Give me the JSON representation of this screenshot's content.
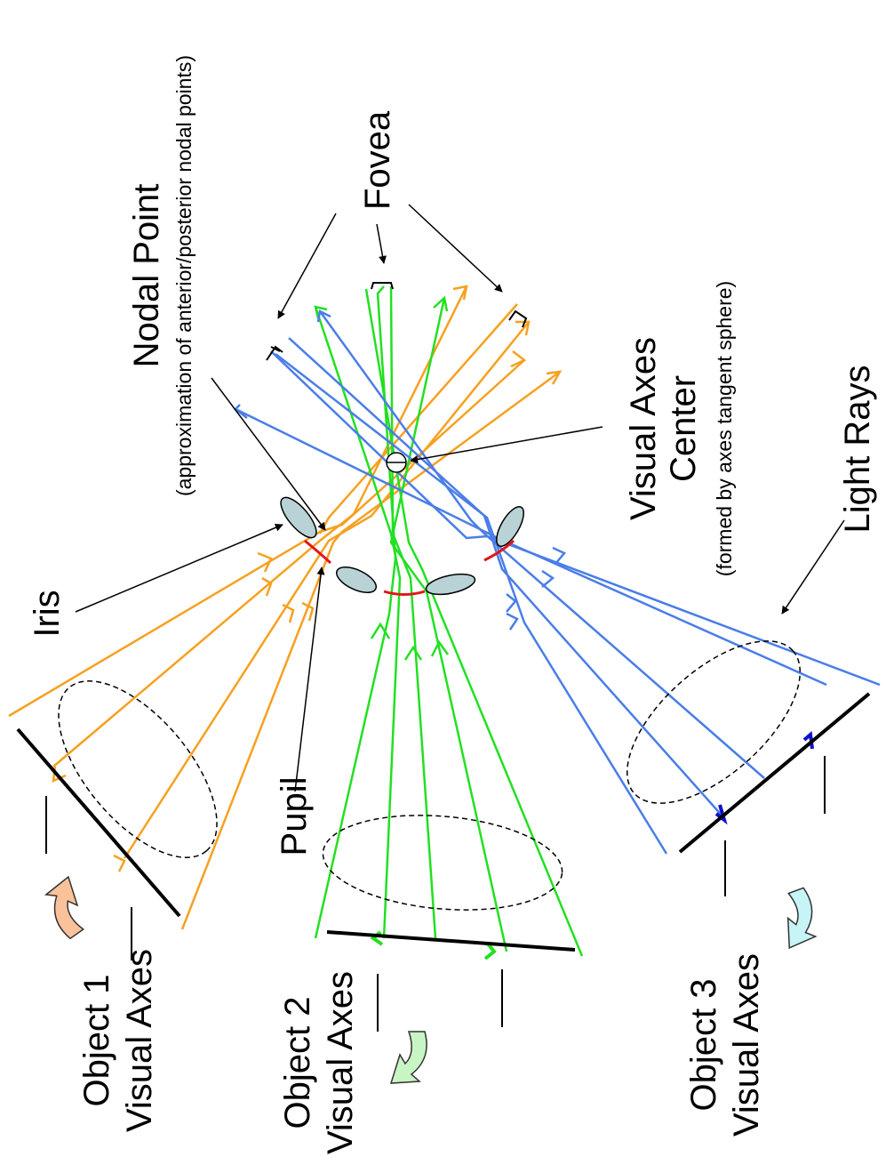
{
  "labels": {
    "fovea": "Fovea",
    "nodal_point": "Nodal Point",
    "nodal_note": "(approximation of anterior/posterior nodal points)",
    "visual_axes_center_line1": "Visual Axes",
    "visual_axes_center_line2": "Center",
    "visual_axes_center_note": "(formed by axes tangent sphere)",
    "light_rays": "Light Rays",
    "iris": "Iris",
    "pupil": "Pupil",
    "object1_line1": "Object 1",
    "object1_line2": "Visual Axes",
    "object2_line1": "Object 2",
    "object2_line2": "Visual Axes",
    "object3_line1": "Object 3",
    "object3_line2": "Visual Axes"
  },
  "colors": {
    "object1_rays": "#f7a020",
    "object2_rays": "#22e022",
    "object3_rays": "#4a7de8",
    "pupil_edge": "#e01818",
    "iris_fill": "#b8d2d6",
    "object1_turn_arrow": "#f9c29a",
    "object2_turn_arrow": "#c8f5c4",
    "object3_turn_arrow": "#c6f4f7"
  },
  "icons": {
    "object1": "curved-rotation-arrow",
    "object2": "curved-rotation-arrow",
    "object3": "curved-rotation-arrow"
  }
}
